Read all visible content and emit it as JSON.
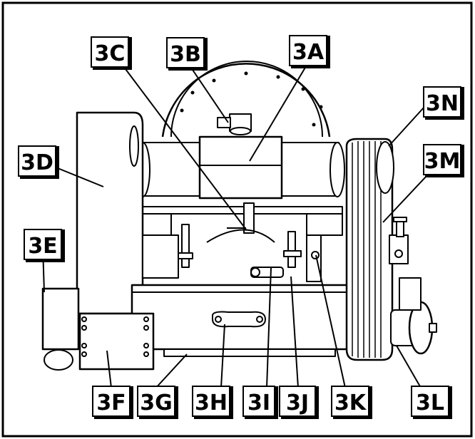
{
  "labels": {
    "l3A": "3A",
    "l3B": "3B",
    "l3C": "3C",
    "l3D": "3D",
    "l3E": "3E",
    "l3F": "3F",
    "l3G": "3G",
    "l3H": "3H",
    "l3I": "3I",
    "l3J": "3J",
    "l3K": "3K",
    "l3L": "3L",
    "l3M": "3M",
    "l3N": "3N"
  }
}
